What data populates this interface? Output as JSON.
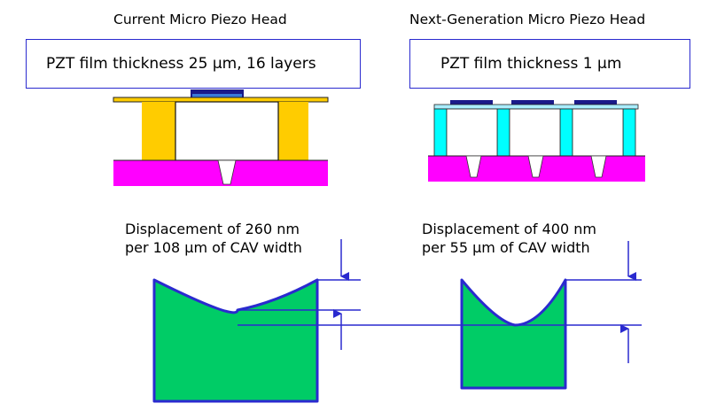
{
  "left": {
    "title": "Current Micro Piezo Head",
    "film_label": "PZT film thickness 25 µm, 16 layers",
    "displacement_line1": "Displacement of 260 nm",
    "displacement_line2": "per 108 µm of CAV width"
  },
  "right": {
    "title": "Next-Generation Micro Piezo Head",
    "film_label": "PZT film thickness 1 µm",
    "displacement_line1": "Displacement of 400 nm",
    "displacement_line2": "per 55 µm of CAV width"
  },
  "colors": {
    "box_border": "#2a2acf",
    "gold_wall": "#ffcc00",
    "magenta_nozzle": "#ff00ff",
    "cyan_wall": "#00ffff",
    "green_cavity": "#00cc66",
    "blue_outline": "#2a2acf",
    "piezo_dark": "#1a1a8a"
  }
}
